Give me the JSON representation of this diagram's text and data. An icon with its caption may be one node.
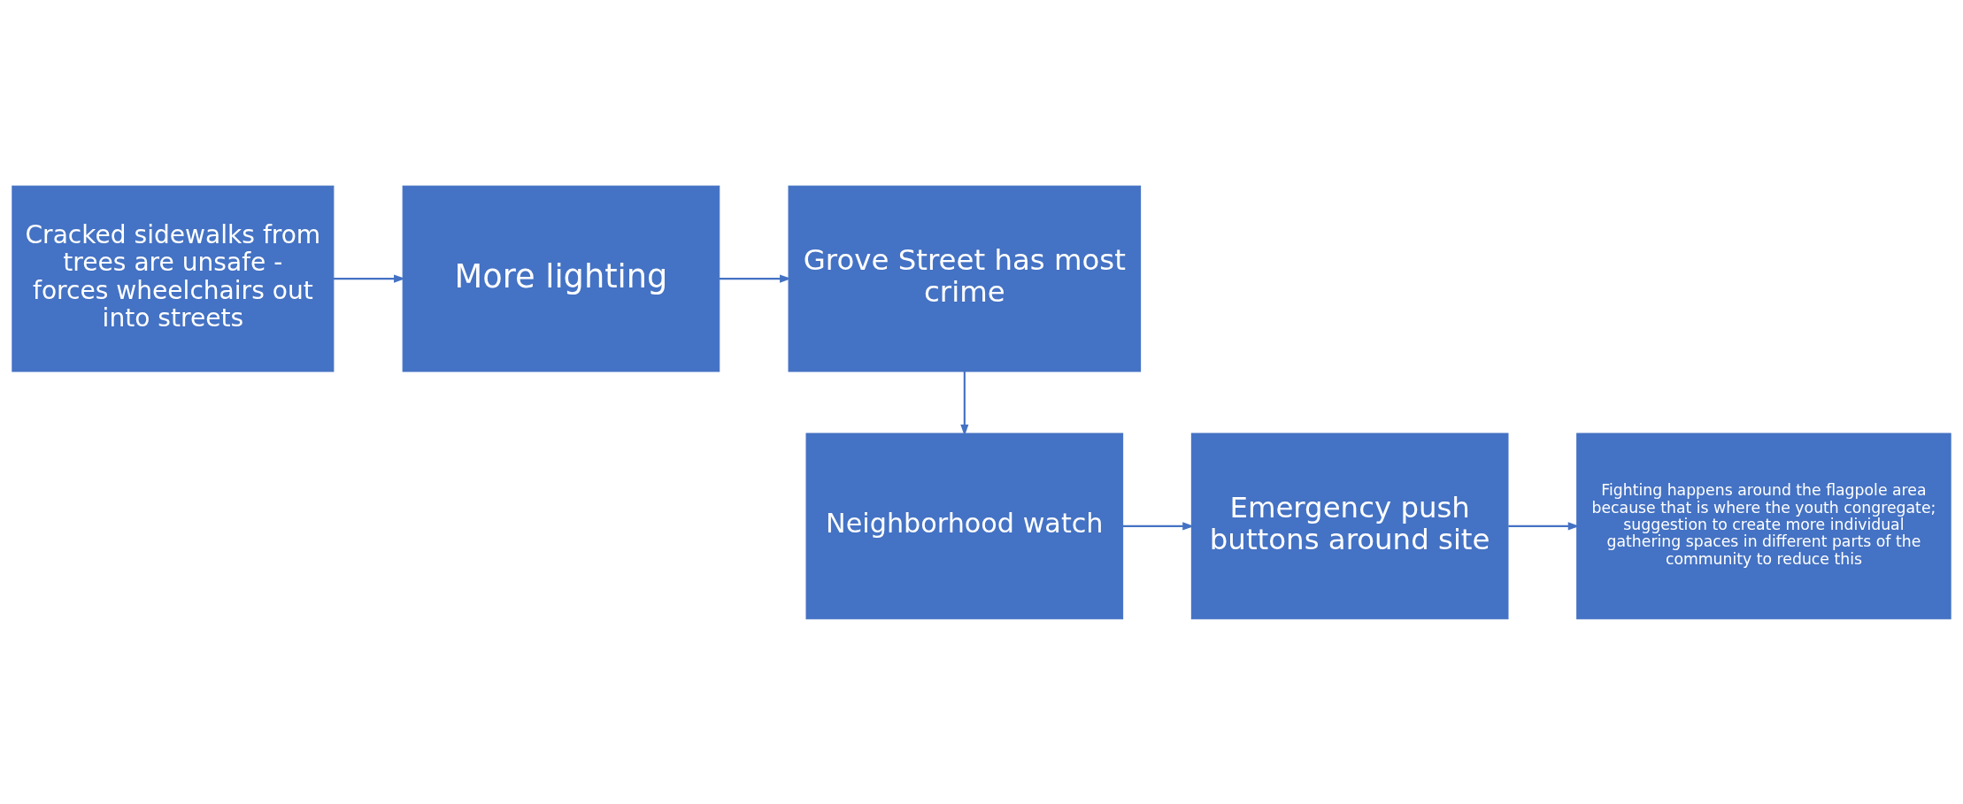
{
  "diagram": {
    "nodes": [
      {
        "text": [
          "Cracked sidewalks from trees are unsafe - forces wheelchairs out into streets"
        ]
      },
      {
        "text": [
          "More lighting"
        ]
      },
      {
        "text": [
          "Grove Street has most crime"
        ]
      },
      {
        "text": [
          "Neighborhood watch"
        ]
      },
      {
        "text": [
          "Emergency push buttons around site"
        ]
      },
      {
        "text": [
          "Fighting happens around the flagpole area because that is where the youth congregate; suggestion to create more individual gathering spaces in different parts of the community to reduce this"
        ]
      }
    ],
    "edges": [
      {
        "from": 0,
        "to": 1,
        "arrow": "to"
      },
      {
        "from": 1,
        "to": 2,
        "arrow": "to"
      },
      {
        "from": 2,
        "to": 3,
        "arrow": "to"
      },
      {
        "from": 3,
        "to": 4,
        "arrow": "to"
      },
      {
        "from": 4,
        "to": 5,
        "arrow": "to"
      }
    ]
  }
}
